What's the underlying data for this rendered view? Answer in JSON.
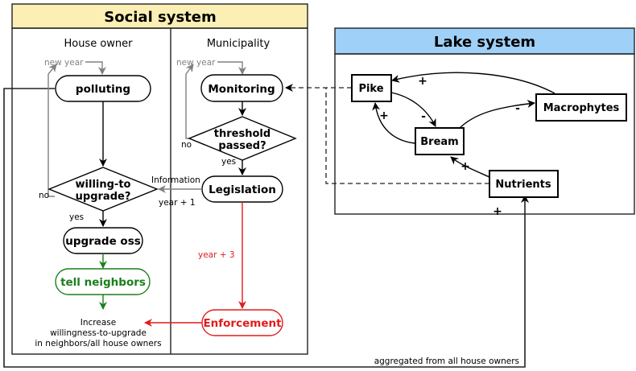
{
  "social_system": {
    "title": "Social system",
    "header_color": "#fbefb4",
    "columns": {
      "house_owner": "House owner",
      "municipality": "Municipality"
    },
    "house_owner_flow": {
      "new_year": "new year",
      "polluting": "polluting",
      "decision_line1": "willing-to",
      "decision_line2": "upgrade?",
      "no": "no",
      "yes": "yes",
      "upgrade": "upgrade oss",
      "tell_neighbors": "tell neighbors",
      "increase_line1": "Increase",
      "increase_line2": "willingness-to-upgrade",
      "increase_line3": "in neighbors/all house owners"
    },
    "municipality_flow": {
      "new_year": "new year",
      "monitoring": "Monitoring",
      "threshold_line1": "threshold",
      "threshold_line2": "passed?",
      "no": "no",
      "yes": "yes",
      "legislation": "Legislation",
      "information": "Information",
      "year_plus_1": "year + 1",
      "year_plus_3": "year + 3",
      "enforcement": "Enforcement"
    }
  },
  "lake_system": {
    "title": "Lake system",
    "header_color": "#9fd0f7",
    "nodes": {
      "pike": "Pike",
      "bream": "Bream",
      "macrophytes": "Macrophytes",
      "nutrients": "Nutrients"
    },
    "signs": {
      "macrophytes_to_pike": "+",
      "bream_to_pike": "+",
      "pike_to_bream": "-",
      "bream_to_macrophytes": "-",
      "nutrients_to_bream": "+",
      "aggregated_to_nutrients": "+"
    }
  },
  "aggregated_label": "aggregated from all house owners",
  "colors": {
    "black": "#000000",
    "gray": "#808080",
    "green": "#1a7f1a",
    "red": "#e11b1b"
  }
}
